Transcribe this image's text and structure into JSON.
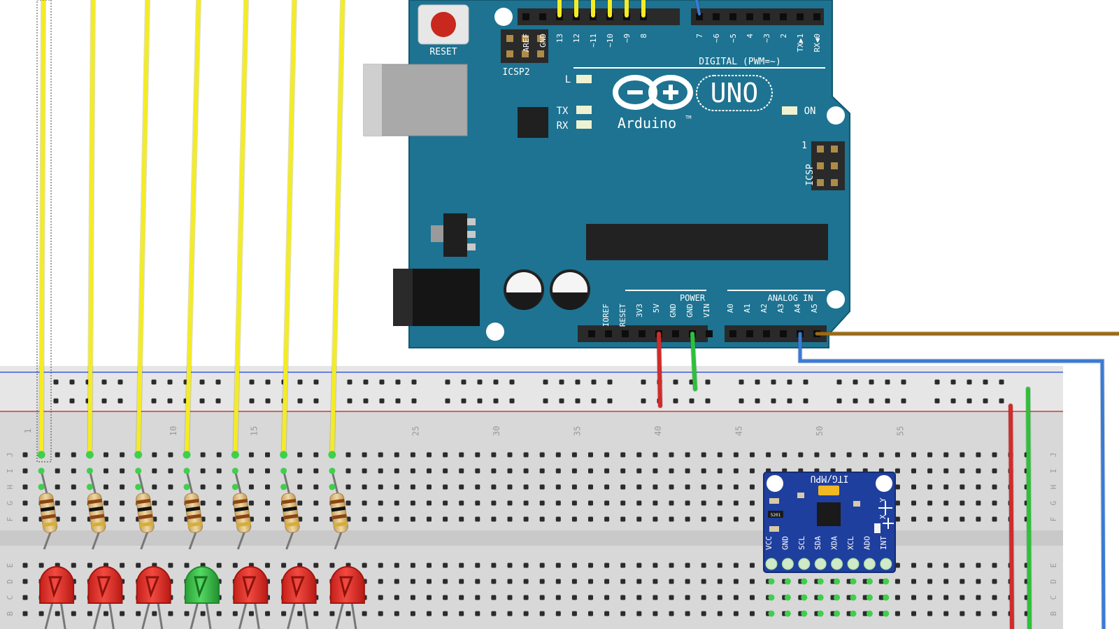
{
  "colors": {
    "board": "#1d7391",
    "board_edge": "#13586f",
    "breadboard": "#dcdcdc",
    "rail_blue": "#3b5bdb",
    "rail_red": "#d33a3a",
    "wire_signal": "#f4ec24",
    "wire_5v": "#d12b2b",
    "wire_gnd": "#2fbf3a",
    "wire_sda": "#3a7bd5",
    "wire_scl": "#9a6a16",
    "led_red": "#e8382f",
    "led_green": "#3dc04a",
    "mpu_board": "#1f3f9e",
    "active_hole": "#3fcf4c"
  },
  "arduino": {
    "reset_label": "RESET",
    "icsp2_label": "ICSP2",
    "icsp_label": "ICSP",
    "icsp_pin1_label": "1",
    "digital_label": "DIGITAL (PWM=~)",
    "digital_pins_left": [
      "AREF",
      "GND",
      "13",
      "12",
      "~11",
      "~10",
      "~9",
      "8"
    ],
    "digital_pins_right": [
      "7",
      "~6",
      "~5",
      "4",
      "~3",
      "2",
      "TX▶1",
      "RX◀0"
    ],
    "led_l_label": "L",
    "tx_label": "TX",
    "rx_label": "RX",
    "on_label": "ON",
    "brand": "Arduino",
    "trademark": "TM",
    "model": "UNO",
    "power_label": "POWER",
    "power_pins": [
      "IOREF",
      "RESET",
      "3V3",
      "5V",
      "GND",
      "GND",
      "VIN"
    ],
    "analog_label": "ANALOG IN",
    "analog_pins": [
      "A0",
      "A1",
      "A2",
      "A3",
      "A4",
      "A5"
    ]
  },
  "breadboard": {
    "column_numbers": [
      "1",
      "10",
      "15",
      "25",
      "30",
      "35",
      "40",
      "45",
      "50",
      "55"
    ],
    "row_letters_top": [
      "J",
      "I",
      "H",
      "G",
      "F"
    ],
    "row_letters_bottom": [
      "E",
      "D",
      "C",
      "B"
    ]
  },
  "mpu": {
    "title": "ITG/MPU",
    "pins": [
      "VCC",
      "GND",
      "SCL",
      "SDA",
      "XDA",
      "XCL",
      "ADO",
      "INT"
    ],
    "chip_label": "5201",
    "axis_y": "Y",
    "axis_x": "X"
  },
  "leds": [
    {
      "color": "red"
    },
    {
      "color": "red"
    },
    {
      "color": "red"
    },
    {
      "color": "green"
    },
    {
      "color": "red"
    },
    {
      "color": "red"
    },
    {
      "color": "red"
    }
  ]
}
